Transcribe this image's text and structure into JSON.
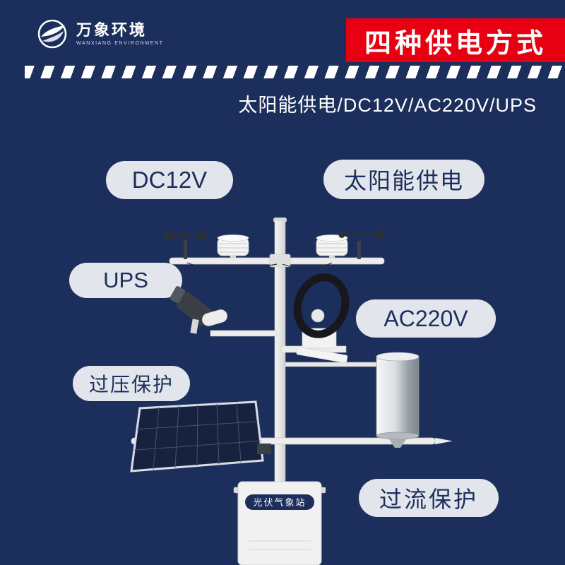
{
  "page": {
    "background": "#1c2e5c",
    "accent_red": "#e60012"
  },
  "logo": {
    "name_cn": "万象环境",
    "name_en": "WANXIANG ENVIRONMENT"
  },
  "banner": {
    "title": "四种供电方式"
  },
  "subtitle": "太阳能供电/DC12V/AC220V/UPS",
  "feature_labels": {
    "dc12v": "DC12V",
    "solar": "太阳能供电",
    "ups": "UPS",
    "ac220v": "AC220V",
    "overvoltage_protection": "过压保护",
    "overcurrent_protection": "过流保护"
  },
  "station": {
    "box_label": "光伏气象站"
  }
}
